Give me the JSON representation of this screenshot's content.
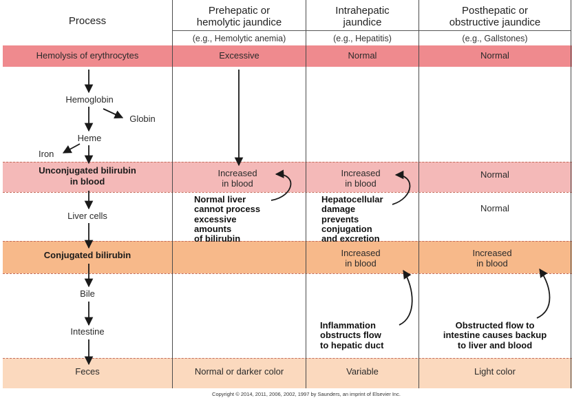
{
  "headers": {
    "process": "Process",
    "prehepatic": {
      "title_l1": "Prehepatic or",
      "title_l2": "hemolytic jaundice",
      "example": "(e.g., Hemolytic anemia)"
    },
    "intrahepatic": {
      "title_l1": "Intrahepatic",
      "title_l2": "jaundice",
      "example": "(e.g., Hepatitis)"
    },
    "posthepatic": {
      "title_l1": "Posthepatic or",
      "title_l2": "obstructive jaundice",
      "example": "(e.g., Gallstones)"
    }
  },
  "rows": {
    "hemolysis": {
      "label": "Hemolysis of erythrocytes",
      "pre": "Excessive",
      "intra": "Normal",
      "post": "Normal"
    },
    "flow1": {
      "hemoglobin": "Hemoglobin",
      "globin": "Globin",
      "heme": "Heme",
      "iron": "Iron"
    },
    "unconjugated": {
      "label_l1": "Unconjugated bilirubin",
      "label_l2": "in blood",
      "pre_l1": "Increased",
      "pre_l2": "in blood",
      "intra_l1": "Increased",
      "intra_l2": "in blood",
      "post": "Normal"
    },
    "liver": {
      "label": "Liver cells",
      "pre_note": [
        "Normal liver",
        "cannot process",
        "excessive",
        "amounts",
        "of bilirubin"
      ],
      "intra_note": [
        "Hepatocellular",
        "damage",
        "prevents",
        "conjugation",
        "and excretion"
      ],
      "post": "Normal"
    },
    "conjugated": {
      "label": "Conjugated bilirubin",
      "intra_l1": "Increased",
      "intra_l2": "in blood",
      "post_l1": "Increased",
      "post_l2": "in blood"
    },
    "bile": {
      "label": "Bile"
    },
    "intestine": {
      "label": "Intestine",
      "intra_note": [
        "Inflammation",
        "obstructs flow",
        "to hepatic duct"
      ],
      "post_note": [
        "Obstructed flow to",
        "intestine causes backup",
        "to liver and blood"
      ]
    },
    "feces": {
      "label": "Feces",
      "pre": "Normal or darker color",
      "intra": "Variable",
      "post": "Light color"
    }
  },
  "copyright": "Copyright © 2014, 2011, 2006, 2002, 1997 by Saunders, an imprint of Elsevier Inc.",
  "colors": {
    "hemolysis_band": "#ef8a8e",
    "unconjugated_band": "#f4b9b8",
    "conjugated_band": "#f7b98a",
    "feces_band": "#fbd9be"
  }
}
